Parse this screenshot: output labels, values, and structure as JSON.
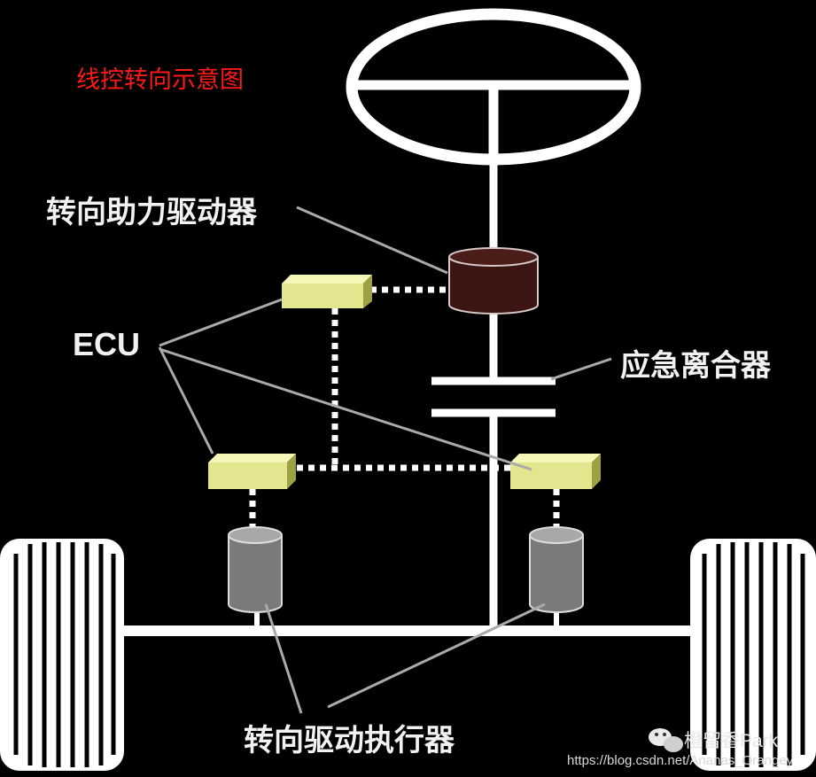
{
  "title": "线控转向示意图",
  "labels": {
    "power_assist_actuator": "转向助力驱动器",
    "ecu": "ECU",
    "emergency_clutch": "应急离合器",
    "steering_actuator": "转向驱动执行器"
  },
  "watermark": {
    "brand": "橙留香Park",
    "url": "https://blog.csdn.net/Ananas_Orangey"
  },
  "colors": {
    "background": "#000000",
    "lines": "#ffffff",
    "ecu_box": "#e3e68e",
    "power_actuator": "#3a1512",
    "steering_actuator": "#8a8a8a",
    "title": "#ff1a1a"
  }
}
